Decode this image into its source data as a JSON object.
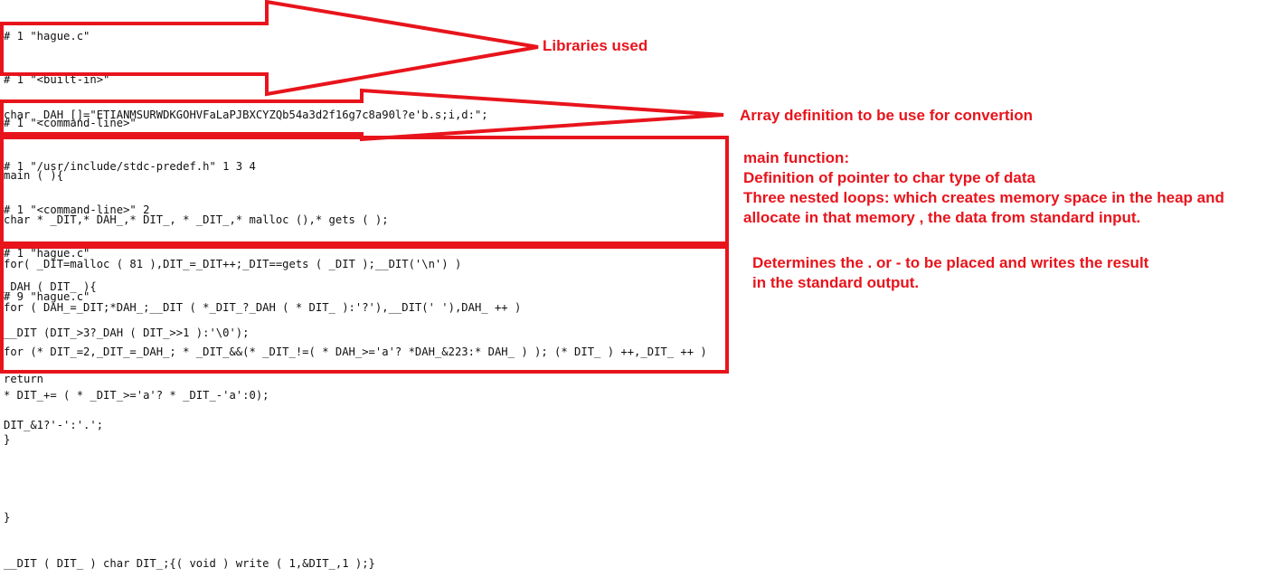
{
  "code": {
    "preprocessor_lines": [
      "# 1 \"hague.c\"",
      "# 1 \"<built-in>\"",
      "# 1 \"<command-line>\"",
      "# 1 \"/usr/include/stdc-predef.h\" 1 3 4",
      "# 1 \"<command-line>\" 2",
      "# 1 \"hague.c\"",
      "# 9 \"hague.c\""
    ],
    "array_line": "char _DAH_[]=\"ETIANMSURWDKGOHVFaLaPJBXCYZQb54a3d2f16g7c8a90l?e'b.s;i,d:\";",
    "main_lines": [
      "main ( ){",
      "char * _DIT,* DAH_,* DIT_, * _DIT_,* malloc (),* gets ( );",
      "for( _DIT=malloc ( 81 ),DIT_=_DIT++;_DIT==gets ( _DIT );__DIT('\\n') )",
      "for ( DAH_=_DIT;*DAH_;__DIT ( *_DIT_?_DAH ( * DIT_ ):'?'),__DIT(' '),DAH_ ++ )",
      "for (* DIT_=2,_DIT_=_DAH_; * _DIT_&&(* _DIT_!=( * DAH_>='a'? *DAH_&223:* DAH_ ) ); (* DIT_ ) ++,_DIT_ ++ )",
      "* DIT_+= ( * _DIT_>='a'? * _DIT_-'a':0);",
      "}"
    ],
    "func_lines": [
      "_DAH ( DIT_ ){",
      "__DIT (DIT_>3?_DAH ( DIT_>>1 ):'\\0');",
      "return",
      "DIT_&1?'-':'.';",
      "",
      "}",
      "__DIT ( DIT_ ) char DIT_;{( void ) write ( 1,&DIT_,1 );}"
    ]
  },
  "annotations": {
    "libraries": "Libraries used",
    "array": "Array definition to be use for convertion",
    "main": [
      "main function:",
      "Definition of pointer to char type of data",
      "Three nested loops: which creates memory space in the heap and",
      "allocate in that memory ,  the data from standard input."
    ],
    "output": [
      "Determines the . or - to be placed and writes the result",
      "in the standard output."
    ]
  },
  "colors": {
    "annotation": "#e8141c"
  }
}
